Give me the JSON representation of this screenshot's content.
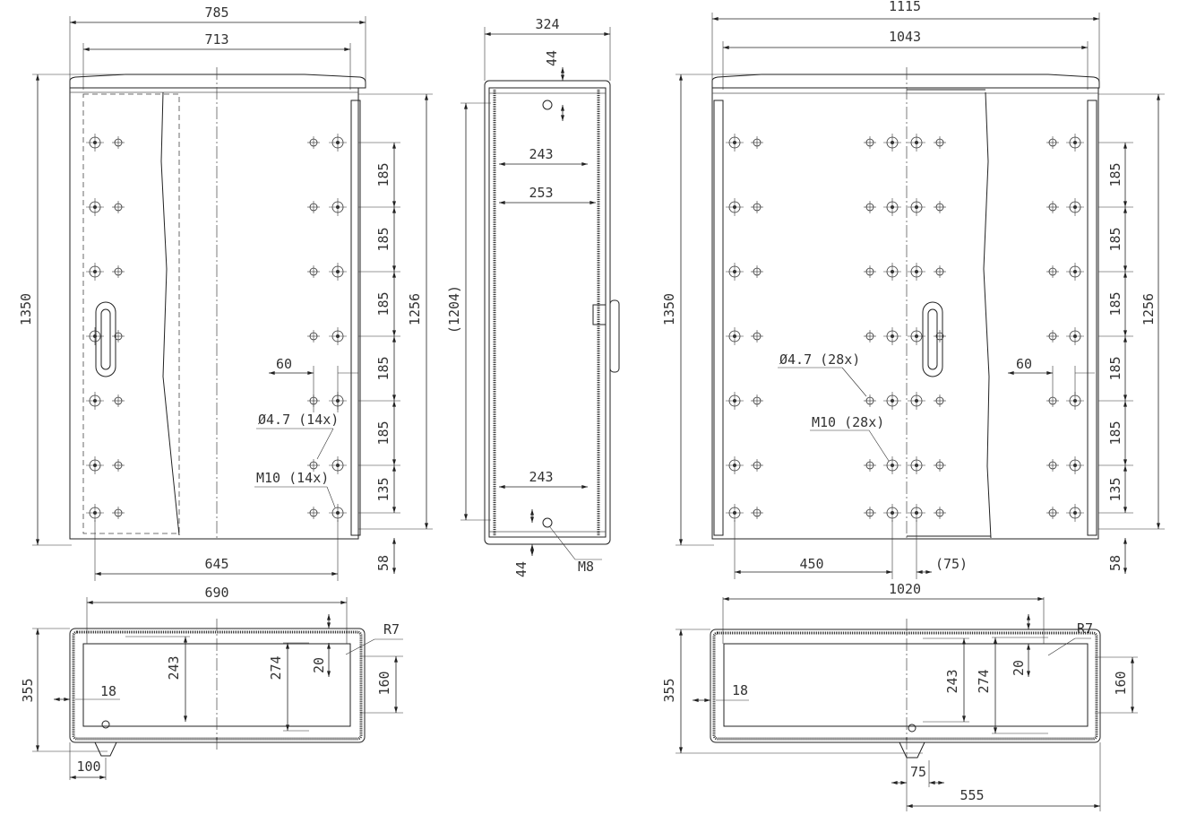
{
  "front_view_small": {
    "overall_width": "785",
    "inner_width": "713",
    "height": "1350",
    "hole_span": "1256",
    "pitch": [
      "185",
      "185",
      "185",
      "185",
      "185"
    ],
    "last_pitch": "135",
    "bottom_offset": "58",
    "hole_offset": "60",
    "hole_spec": "Ø4.7 (14x)",
    "thread_spec": "M10 (14x)",
    "bottom_span": "645"
  },
  "side_view": {
    "depth": "324",
    "top_offset": "44",
    "depth_a": "243",
    "depth_b": "253",
    "inner_height": "(1204)",
    "depth_c": "243",
    "bottom_offset": "44",
    "thread": "M8"
  },
  "front_view_large": {
    "overall_width": "1115",
    "inner_width": "1043",
    "height": "1350",
    "hole_span": "1256",
    "pitch": [
      "185",
      "185",
      "185",
      "185",
      "185"
    ],
    "last_pitch": "135",
    "bottom_offset": "58",
    "hole_offset": "60",
    "hole_spec": "Ø4.7 (28x)",
    "thread_spec": "M10 (28x)",
    "left_span": "450",
    "mid_span": "(75)"
  },
  "top_view_small": {
    "width": "690",
    "depth": "355",
    "radius": "R7",
    "d243": "243",
    "d274": "274",
    "d20": "20",
    "d160": "160",
    "d18": "18",
    "d100": "100"
  },
  "top_view_large": {
    "width": "1020",
    "depth": "355",
    "radius": "R7",
    "d243": "243",
    "d274": "274",
    "d20": "20",
    "d160": "160",
    "d18": "18",
    "d75": "75",
    "d555": "555"
  }
}
